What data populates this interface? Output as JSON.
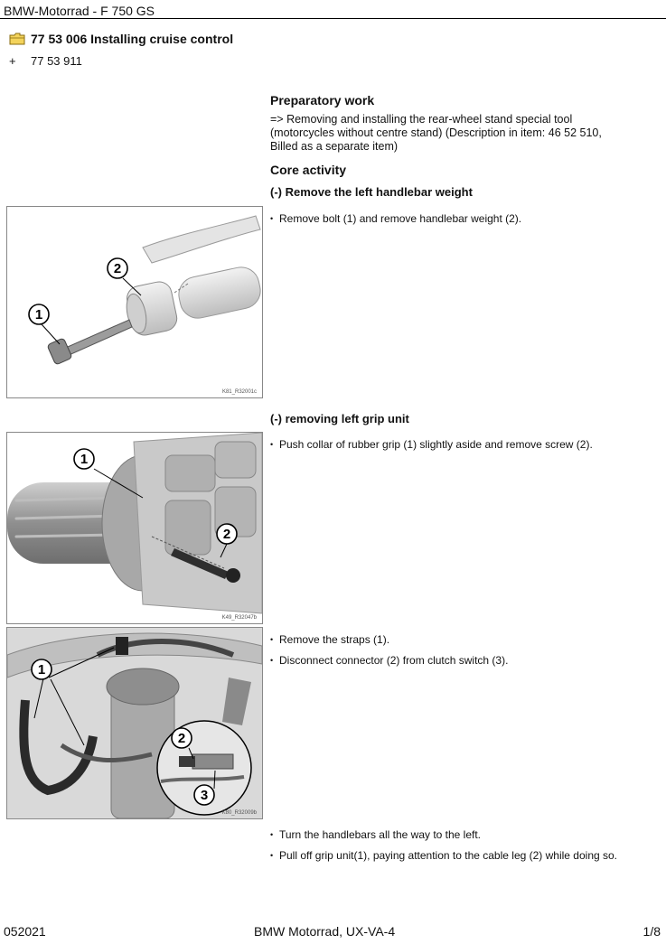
{
  "header": {
    "title": "BMW-Motorrad - F 750 GS"
  },
  "document": {
    "title": "77 53 006 Installing cruise control",
    "part_marker": "+",
    "part_number": "77 53 911"
  },
  "preparatory": {
    "heading": "Preparatory work",
    "line1": "=> Removing and installing the rear-wheel stand special tool",
    "line2": "(motorcycles without centre stand) (Description in item: 46 52 510,",
    "line3": "Billed as a separate item)"
  },
  "core": {
    "heading": "Core activity"
  },
  "section1": {
    "heading": "(-) Remove the left handlebar weight",
    "steps": [
      "Remove bolt (1) and remove handlebar weight (2)."
    ],
    "figure": {
      "ref": "K81_R32001c",
      "callouts": [
        "1",
        "2"
      ]
    }
  },
  "section2": {
    "heading": "(-) removing left grip unit",
    "steps": [
      "Push collar of rubber grip (1) slightly aside and remove screw (2)."
    ],
    "figure": {
      "ref": "K49_R32047b",
      "callouts": [
        "1",
        "2"
      ]
    }
  },
  "section3": {
    "steps": [
      "Remove the straps (1).",
      "Disconnect connector (2) from clutch switch (3)."
    ],
    "figure": {
      "ref": "K80_R32009b",
      "callouts": [
        "1",
        "2",
        "3"
      ]
    }
  },
  "section4": {
    "steps": [
      "Turn the handlebars all the way to the left.",
      "Pull off grip unit(1), paying attention to the cable leg (2) while doing so."
    ]
  },
  "bullet": "•",
  "footer": {
    "date": "052021",
    "center": "BMW Motorrad, UX-VA-4",
    "page": "1/8"
  }
}
